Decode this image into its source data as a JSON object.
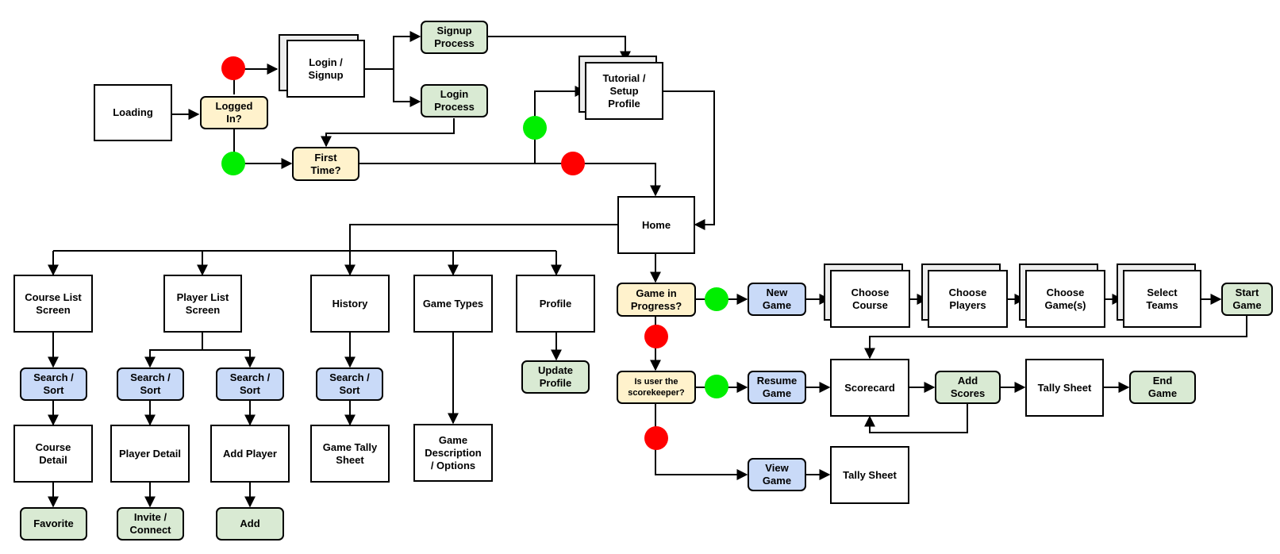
{
  "colors": {
    "decision_fill": "#fff2cc",
    "action_fill": "#d9ead3",
    "entry_fill": "#c9daf8",
    "screen_fill": "#ffffff",
    "yes_dot": "#00ee00",
    "no_dot": "#ff0000"
  },
  "nodes": {
    "loading": "Loading",
    "logged_in": "Logged\nIn?",
    "login_signup": "Login /\nSignup",
    "signup_process": "Signup\nProcess",
    "login_process": "Login\nProcess",
    "tutorial": "Tutorial /\nSetup\nProfile",
    "first_time": "First\nTime?",
    "home": "Home",
    "course_list": "Course List\nScreen",
    "player_list": "Player List\nScreen",
    "history": "History",
    "game_types": "Game Types",
    "profile": "Profile",
    "search_sort_1": "Search /\nSort",
    "search_sort_2": "Search /\nSort",
    "search_sort_3": "Search /\nSort",
    "search_sort_4": "Search /\nSort",
    "course_detail": "Course\nDetail",
    "player_detail": "Player Detail",
    "add_player": "Add Player",
    "game_tally_sheet": "Game Tally\nSheet",
    "game_description": "Game\nDescription\n/ Options",
    "update_profile": "Update\nProfile",
    "favorite": "Favorite",
    "invite_connect": "Invite /\nConnect",
    "add": "Add",
    "game_in_progress": "Game in\nProgress?",
    "new_game": "New\nGame",
    "choose_course": "Choose\nCourse",
    "choose_players": "Choose\nPlayers",
    "choose_games": "Choose\nGame(s)",
    "select_teams": "Select\nTeams",
    "start_game": "Start\nGame",
    "is_scorekeeper": "Is user the\nscorekeeper?",
    "resume_game": "Resume\nGame",
    "scorecard": "Scorecard",
    "add_scores": "Add\nScores",
    "tally_sheet_1": "Tally Sheet",
    "end_game": "End\nGame",
    "view_game": "View\nGame",
    "tally_sheet_2": "Tally Sheet"
  }
}
